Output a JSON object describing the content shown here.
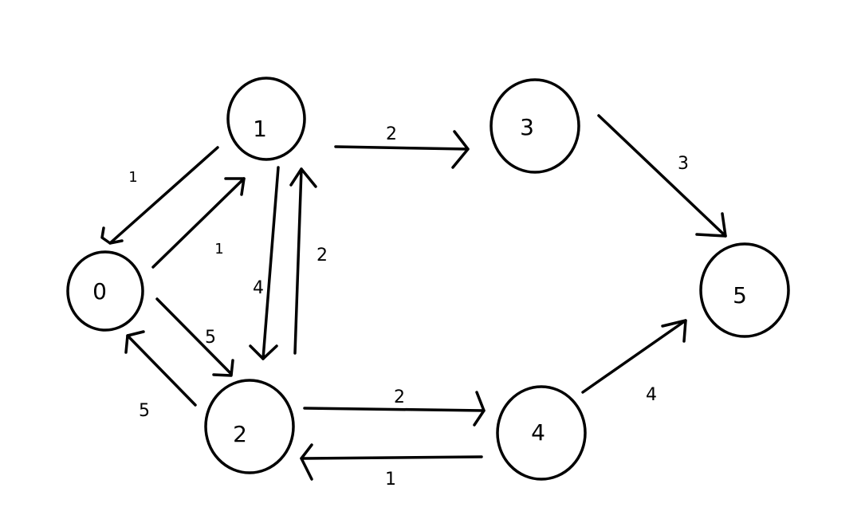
{
  "graph": {
    "nodes": [
      {
        "id": "0",
        "label": "0"
      },
      {
        "id": "1",
        "label": "1"
      },
      {
        "id": "2",
        "label": "2"
      },
      {
        "id": "3",
        "label": "3"
      },
      {
        "id": "4",
        "label": "4"
      },
      {
        "id": "5",
        "label": "5"
      }
    ],
    "edges": [
      {
        "from": "1",
        "to": "0",
        "weight": "1"
      },
      {
        "from": "0",
        "to": "1",
        "weight": "1"
      },
      {
        "from": "0",
        "to": "2",
        "weight": "5"
      },
      {
        "from": "2",
        "to": "0",
        "weight": "5"
      },
      {
        "from": "1",
        "to": "2",
        "weight": "4"
      },
      {
        "from": "2",
        "to": "1",
        "weight": "2"
      },
      {
        "from": "1",
        "to": "3",
        "weight": "2"
      },
      {
        "from": "3",
        "to": "5",
        "weight": "3"
      },
      {
        "from": "2",
        "to": "4",
        "weight": "2"
      },
      {
        "from": "4",
        "to": "2",
        "weight": "1"
      },
      {
        "from": "4",
        "to": "5",
        "weight": "4"
      }
    ]
  }
}
